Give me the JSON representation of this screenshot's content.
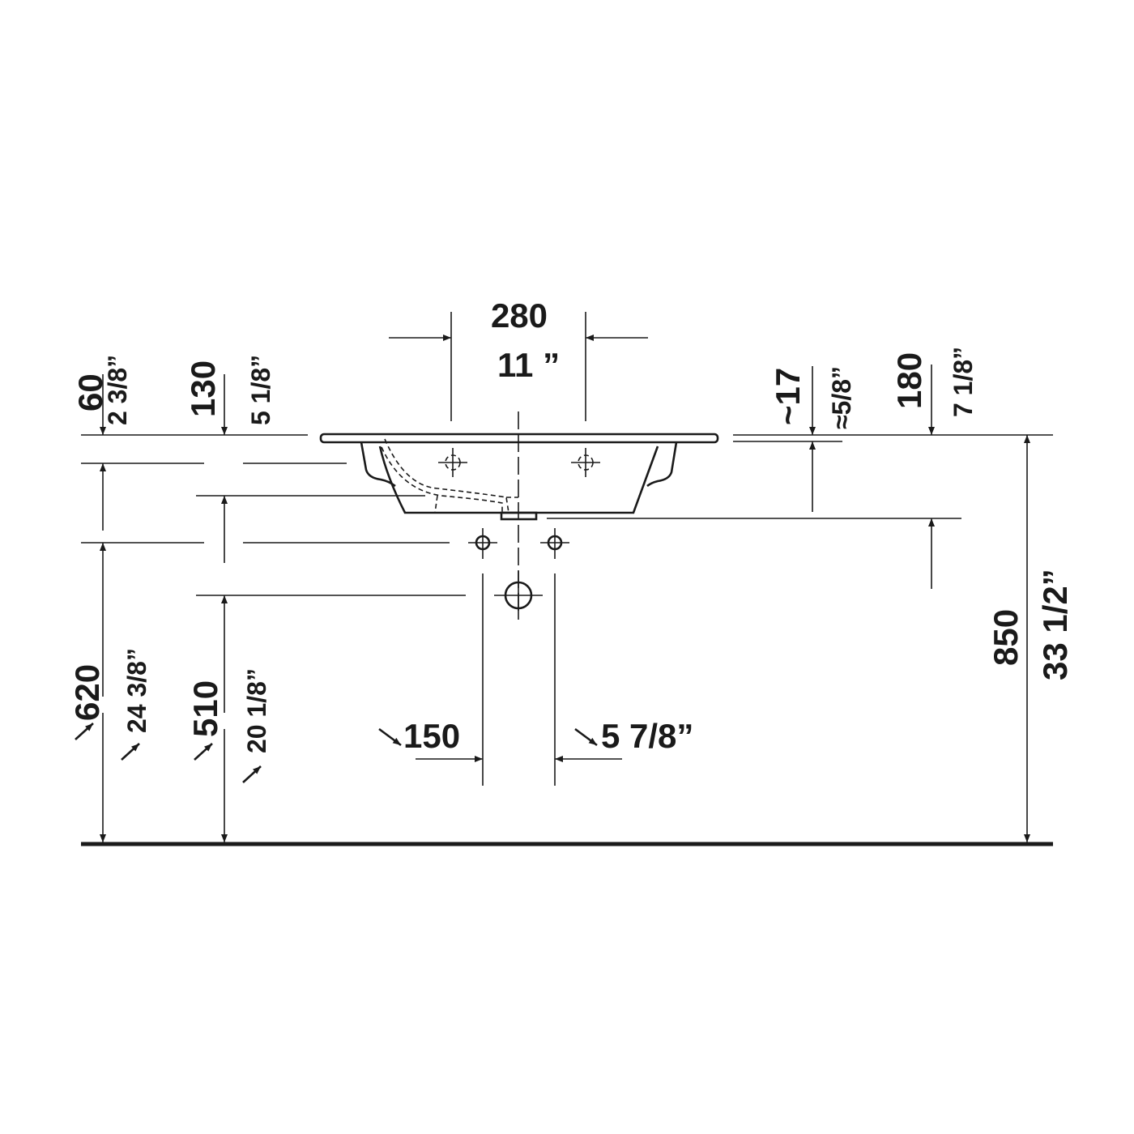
{
  "drawing": {
    "dims": {
      "d280": "280",
      "d11": "11 ”",
      "d60": "60",
      "d2_3_8": "2 3/8”",
      "d130": "130",
      "d5_1_8": "5 1/8”",
      "d17": "~17",
      "d5_8": "≈5/8”",
      "d180": "180",
      "d7_1_8": "7 1/8”",
      "d620": "620",
      "d24_3_8": "24 3/8”",
      "d510": "510",
      "d20_1_8": "20 1/8”",
      "d850": "850",
      "d33_1_2": "33 1/2”",
      "d150": "150",
      "d5_7_8": "5 7/8”"
    },
    "colors": {
      "ink": "#1a1a1a",
      "background": "#ffffff"
    }
  }
}
